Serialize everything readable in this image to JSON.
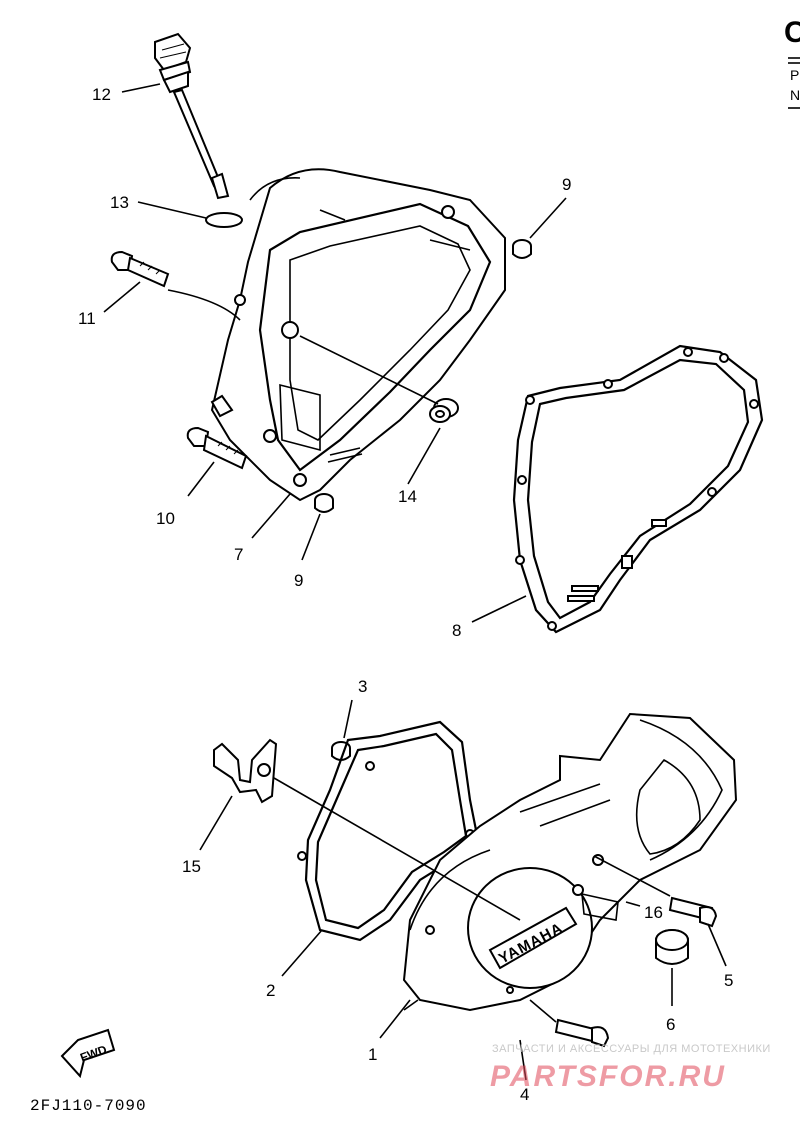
{
  "header": {
    "corner_letter": "C",
    "line1": "P",
    "line2": "N"
  },
  "callouts": [
    {
      "id": "c12",
      "label": "12"
    },
    {
      "id": "c13",
      "label": "13"
    },
    {
      "id": "c11",
      "label": "11"
    },
    {
      "id": "c9a",
      "label": "9"
    },
    {
      "id": "c14",
      "label": "14"
    },
    {
      "id": "c10",
      "label": "10"
    },
    {
      "id": "c7",
      "label": "7"
    },
    {
      "id": "c9b",
      "label": "9"
    },
    {
      "id": "c8",
      "label": "8"
    },
    {
      "id": "c3",
      "label": "3"
    },
    {
      "id": "c15",
      "label": "15"
    },
    {
      "id": "c16",
      "label": "16"
    },
    {
      "id": "c2",
      "label": "2"
    },
    {
      "id": "c5",
      "label": "5"
    },
    {
      "id": "c1",
      "label": "1"
    },
    {
      "id": "c6",
      "label": "6"
    },
    {
      "id": "c4",
      "label": "4"
    }
  ],
  "cover_logo": "YAMAHA",
  "fwd_label": "FWD",
  "diagram_code": "2FJ110-7090",
  "watermark": {
    "tagline": "ЗАПЧАСТИ И АКСЕССУАРЫ ДЛЯ МОТОТЕХНИКИ",
    "brand": "PARTSFOR.RU"
  },
  "colors": {
    "ink": "#000000",
    "watermark_red": "#e0485a",
    "watermark_grey": "#c9c9c9"
  }
}
